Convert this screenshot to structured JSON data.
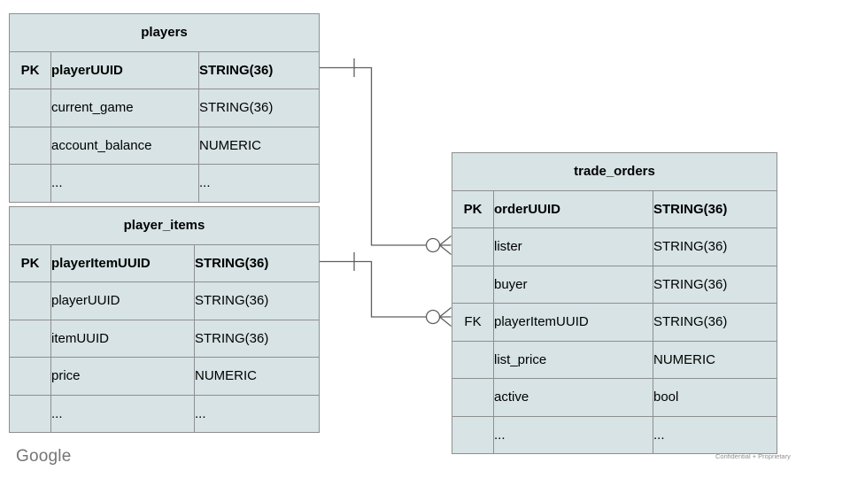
{
  "colors": {
    "table_fill": "#d7e3e5",
    "table_border": "#8f8f8f",
    "connector_line": "#5f5f5f",
    "text": "#000000",
    "footer_gray": "#757575"
  },
  "tables": [
    {
      "title": "players",
      "rows": [
        {
          "key": "PK",
          "name": "playerUUID",
          "type": "STRING(36)"
        },
        {
          "key": "",
          "name": "current_game",
          "type": "STRING(36)"
        },
        {
          "key": "",
          "name": "account_balance",
          "type": "NUMERIC"
        },
        {
          "key": "",
          "name": "...",
          "type": "..."
        }
      ]
    },
    {
      "title": "player_items",
      "rows": [
        {
          "key": "PK",
          "name": "playerItemUUID",
          "type": "STRING(36)"
        },
        {
          "key": "",
          "name": "playerUUID",
          "type": "STRING(36)"
        },
        {
          "key": "",
          "name": "itemUUID",
          "type": "STRING(36)"
        },
        {
          "key": "",
          "name": "price",
          "type": "NUMERIC"
        },
        {
          "key": "",
          "name": "...",
          "type": "..."
        }
      ]
    },
    {
      "title": "trade_orders",
      "rows": [
        {
          "key": "PK",
          "name": "orderUUID",
          "type": "STRING(36)"
        },
        {
          "key": "",
          "name": "lister",
          "type": "STRING(36)"
        },
        {
          "key": "",
          "name": "buyer",
          "type": "STRING(36)"
        },
        {
          "key": "FK",
          "name": "playerItemUUID",
          "type": "STRING(36)"
        },
        {
          "key": "",
          "name": "list_price",
          "type": "NUMERIC"
        },
        {
          "key": "",
          "name": "active",
          "type": "bool"
        },
        {
          "key": "",
          "name": "...",
          "type": "..."
        }
      ]
    }
  ],
  "relationships": [
    {
      "from": "players.playerUUID",
      "to": "trade_orders.lister",
      "from_cardinality": "one",
      "to_cardinality": "zero-or-many"
    },
    {
      "from": "player_items.playerItemUUID",
      "to": "trade_orders.playerItemUUID",
      "from_cardinality": "one",
      "to_cardinality": "zero-or-many"
    }
  ],
  "footer": {
    "logo": "Google",
    "note": "Confidential + Proprietary"
  }
}
